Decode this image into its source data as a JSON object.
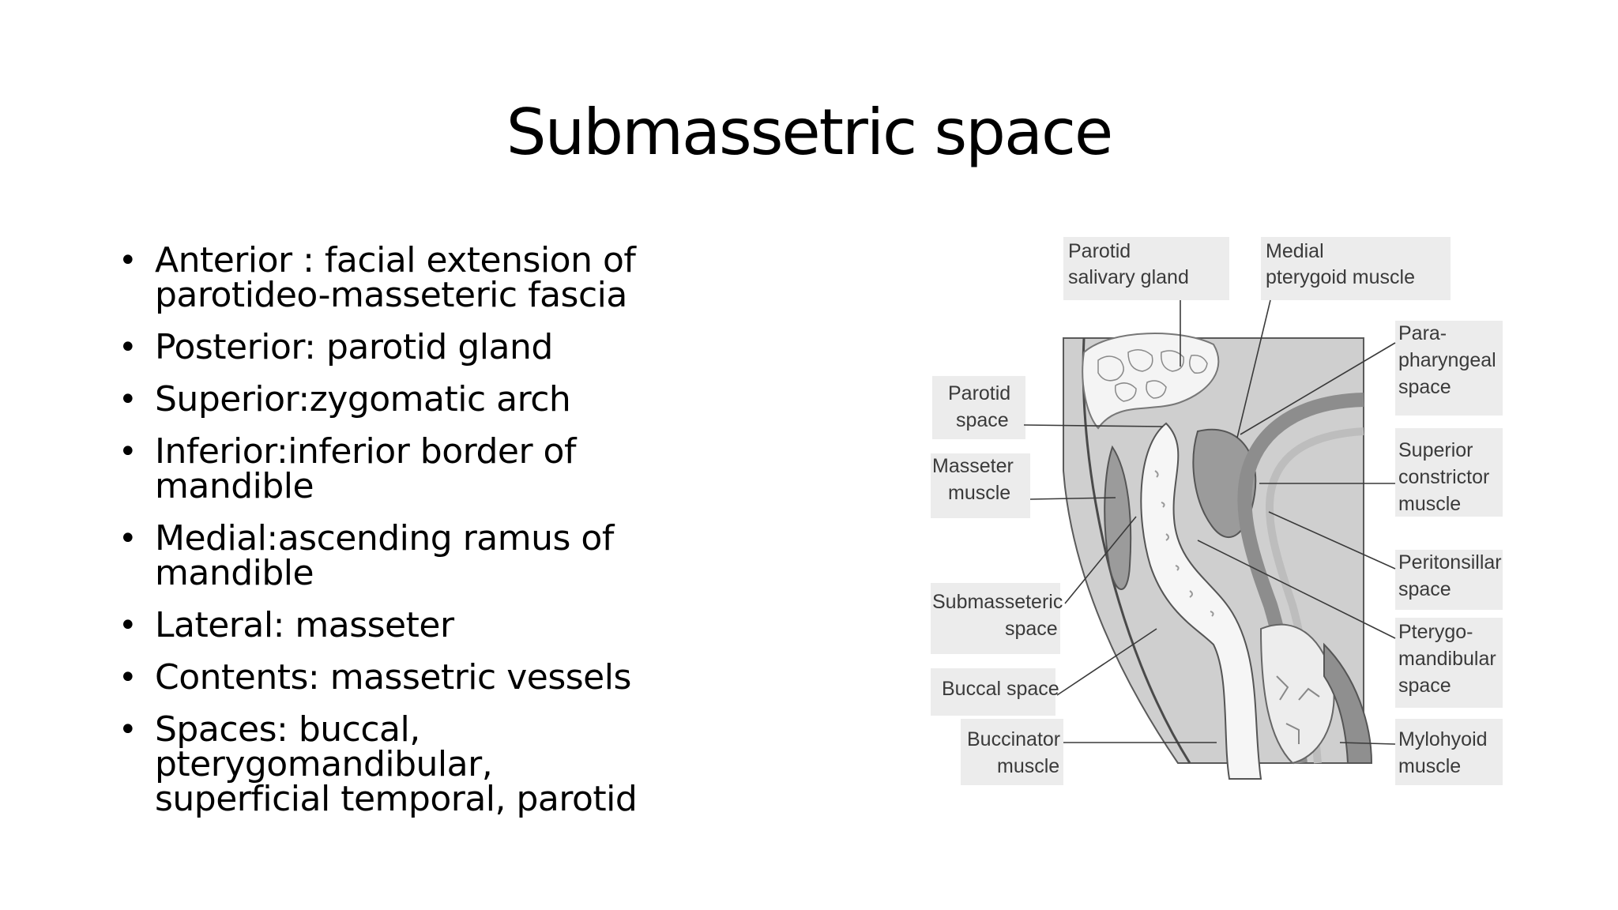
{
  "slide": {
    "title": "Submassetric space",
    "bullets": [
      {
        "line1": "Anterior : facial extension of",
        "line2": "parotideo-masseteric fascia"
      },
      {
        "line1": "Posterior: parotid gland",
        "line2": ""
      },
      {
        "line1": "Superior:zygomatic arch",
        "line2": ""
      },
      {
        "line1": "Inferior:inferior border  of",
        "line2": "mandible"
      },
      {
        "line1": "Medial:ascending ramus of",
        "line2": "mandible"
      },
      {
        "line1": "Lateral: masseter",
        "line2": ""
      },
      {
        "line1": "Contents: massetric vessels",
        "line2": ""
      },
      {
        "line1": "Spaces: buccal, pterygomandibular,",
        "line2": "superficial temporal, parotid"
      }
    ]
  },
  "figure": {
    "labels": {
      "parotid_salivary_gland": [
        "Parotid",
        "salivary gland"
      ],
      "medial_pterygoid_muscle": [
        "Medial",
        "pterygoid muscle"
      ],
      "parapharyngeal_space": [
        "Para-",
        "pharyngeal",
        "space"
      ],
      "parotid_space": [
        "Parotid",
        "space"
      ],
      "masseter_muscle": [
        "Masseter",
        "muscle"
      ],
      "superior_constrictor_muscle": [
        "Superior",
        "constrictor",
        "muscle"
      ],
      "peritonsillar_space": [
        "Peritonsillar",
        "space"
      ],
      "submasseteric_space": [
        "Submasseteric",
        "space"
      ],
      "pterygomandibular_space": [
        "Pterygo-",
        "mandibular",
        "space"
      ],
      "buccal_space": [
        "Buccal space"
      ],
      "buccinator_muscle": [
        "Buccinator",
        "muscle"
      ],
      "mylohyoid_muscle": [
        "Mylohyoid",
        "muscle"
      ]
    }
  },
  "colors": {
    "background": "#ffffff",
    "text": "#000000",
    "figure_tissue": "#c9c9c9",
    "figure_dark": "#8f8f8f",
    "figure_light": "#ececec"
  }
}
